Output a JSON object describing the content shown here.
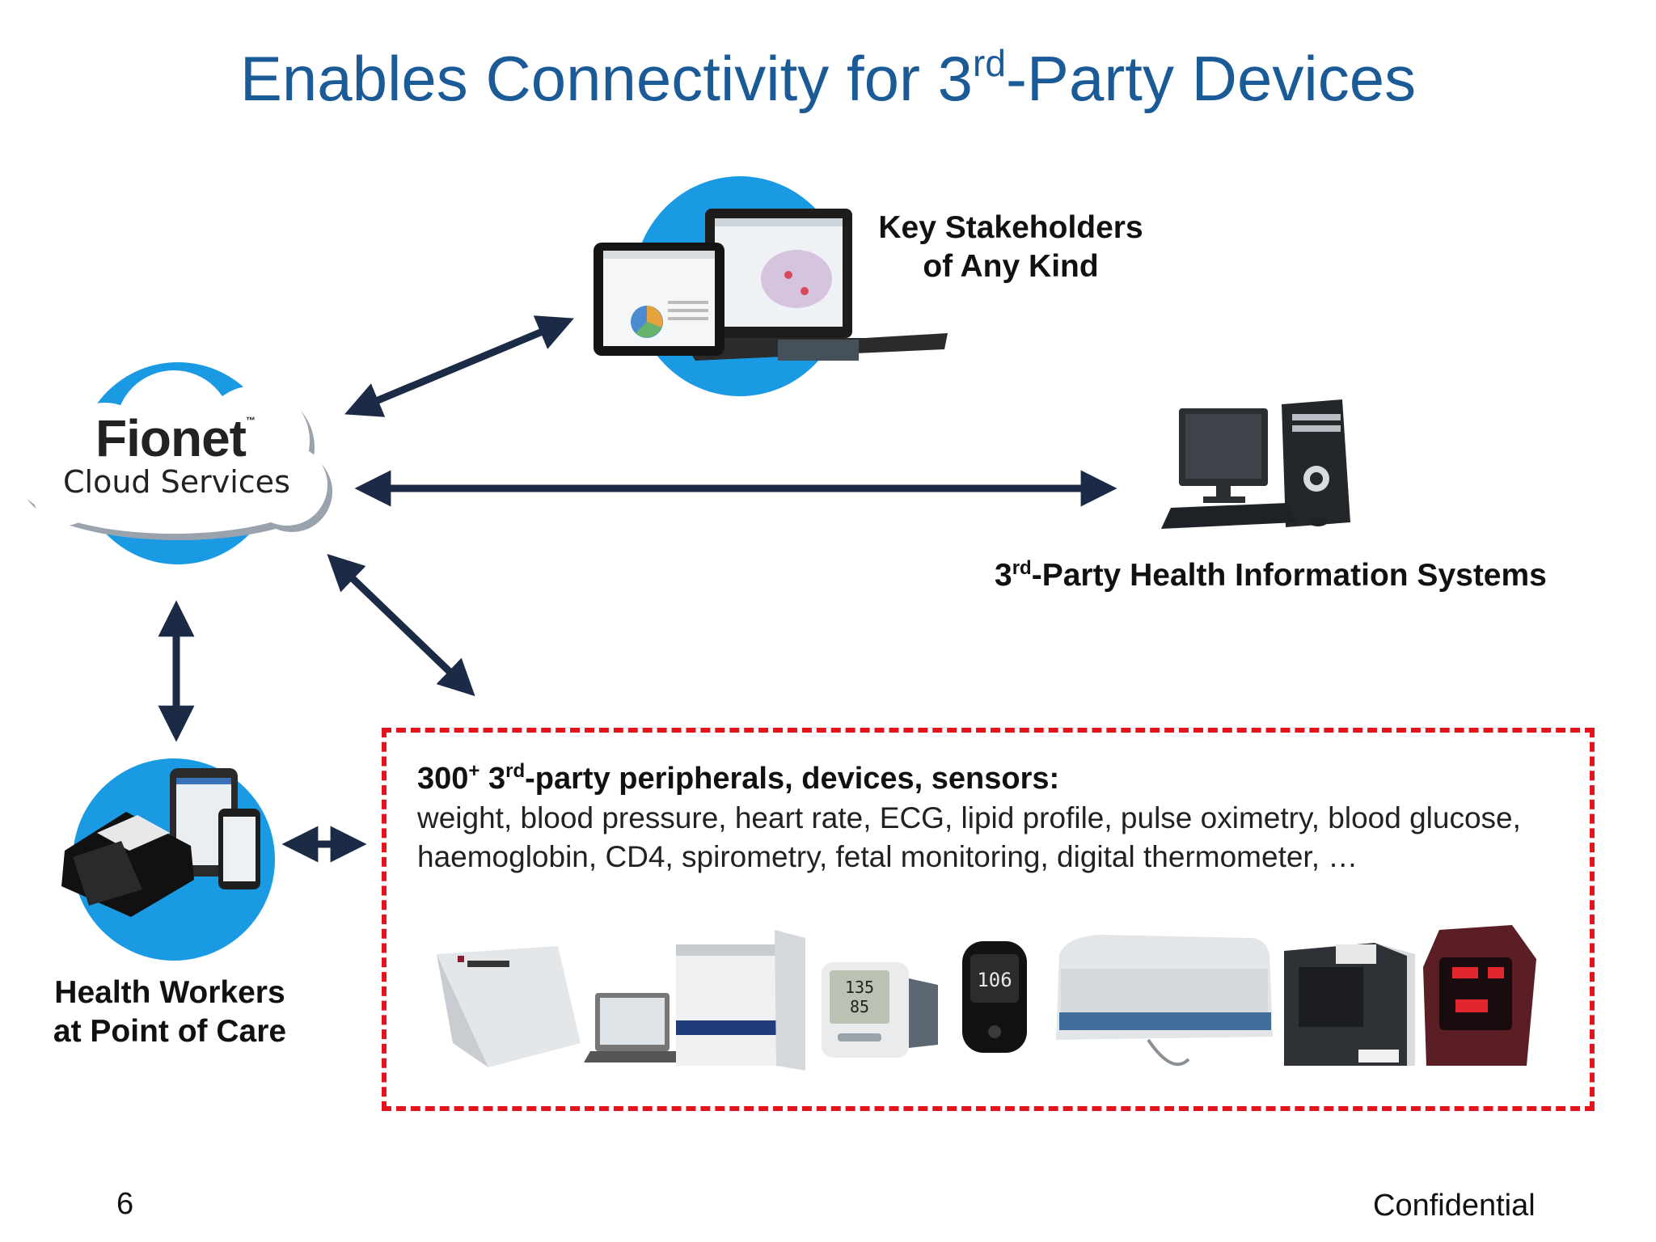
{
  "slide": {
    "title_pre": "Enables Connectivity for 3",
    "title_sup": "rd",
    "title_post": "-Party Devices",
    "page_number": "6",
    "footer": "Confidential"
  },
  "cloud": {
    "brand": "Fionet",
    "trademark": "™",
    "subtitle": "Cloud Services"
  },
  "stakeholders": {
    "line1": "Key Stakeholders",
    "line2": "of Any Kind"
  },
  "his": {
    "pre": "3",
    "sup": "rd",
    "post": "-Party Health Information Systems"
  },
  "health_workers": {
    "line1": "Health Workers",
    "line2": "at Point of Care"
  },
  "devices_box": {
    "count": "300",
    "count_sup": "+",
    "mid": " 3",
    "mid_sup": "rd",
    "heading_post": "-party peripherals, devices, sensors:",
    "description": "weight, blood pressure, heart rate, ECG, lipid profile, pulse oximetry, blood glucose, haemoglobin, CD4, spirometry, fetal monitoring, digital thermometer, …",
    "bp_display_sys": "135",
    "bp_display_dia": "85",
    "glucose_display": "106"
  },
  "colors": {
    "title": "#1a5a96",
    "disc": "#1b9ae4",
    "arrow": "#1c2b45",
    "dashed_border": "#e3141b"
  }
}
